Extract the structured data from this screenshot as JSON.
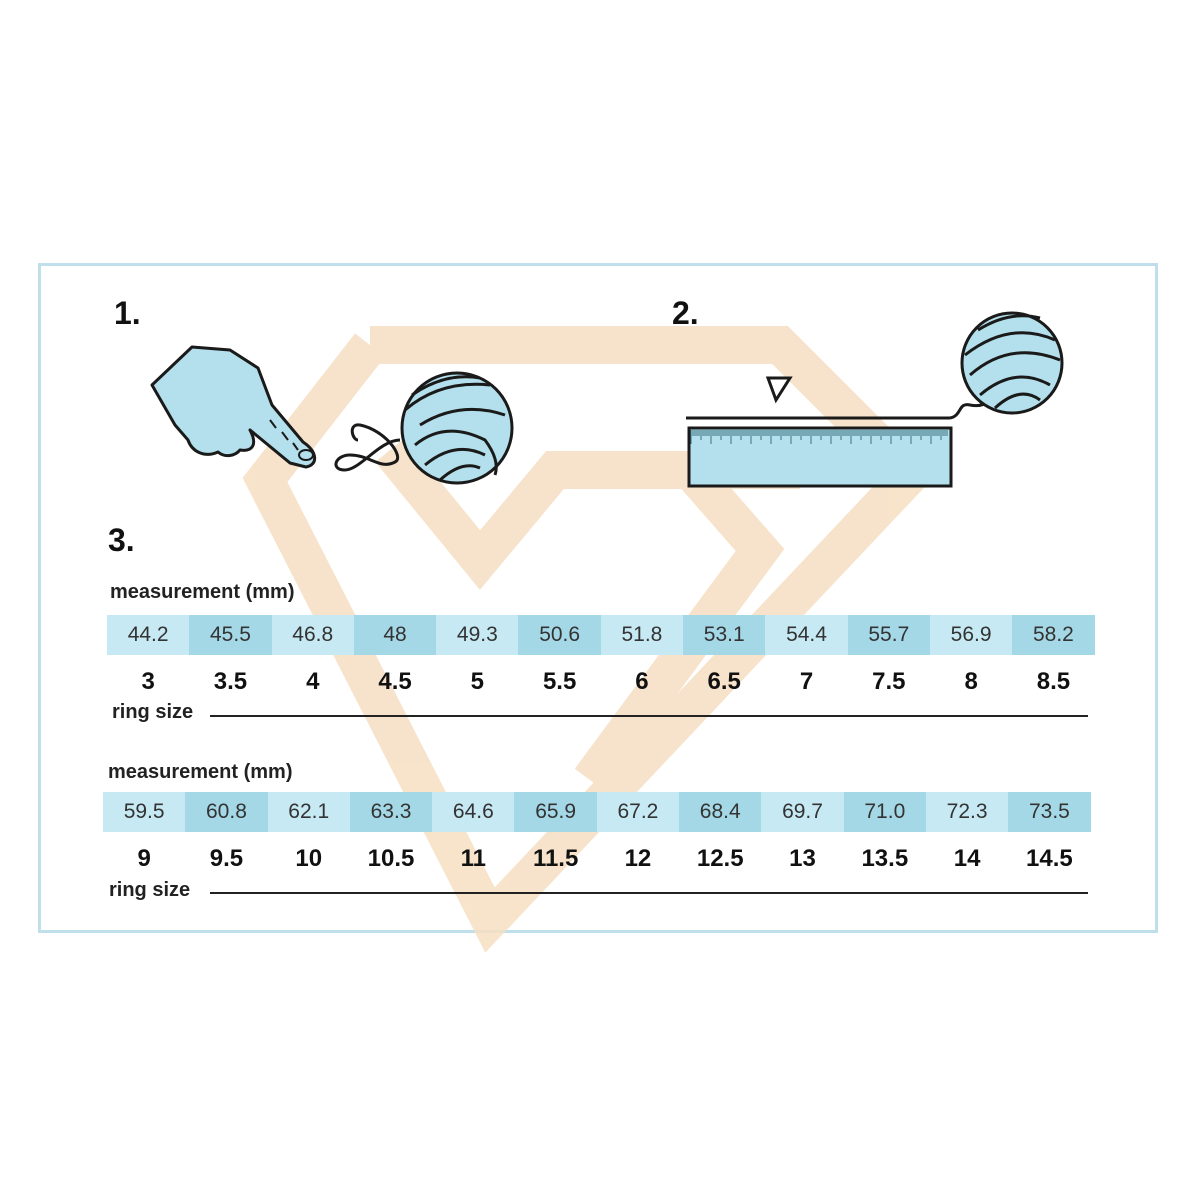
{
  "steps": {
    "step1": "1.",
    "step2": "2.",
    "step3": "3."
  },
  "colors": {
    "frame": "#bfe0ea",
    "cell_light": "#c6e9f3",
    "cell_dark": "#a4d8e6",
    "watermark": "#f6dfc2"
  },
  "tables": [
    {
      "measurement_label": "measurement (mm)",
      "measurements": [
        "44.2",
        "45.5",
        "46.8",
        "48",
        "49.3",
        "50.6",
        "51.8",
        "53.1",
        "54.4",
        "55.7",
        "56.9",
        "58.2"
      ],
      "sizes": [
        "3",
        "3.5",
        "4",
        "4.5",
        "5",
        "5.5",
        "6",
        "6.5",
        "7",
        "7.5",
        "8",
        "8.5"
      ],
      "ring_size_label": "ring size"
    },
    {
      "measurement_label": "measurement (mm)",
      "measurements": [
        "59.5",
        "60.8",
        "62.1",
        "63.3",
        "64.6",
        "65.9",
        "67.2",
        "68.4",
        "69.7",
        "71.0",
        "72.3",
        "73.5"
      ],
      "sizes": [
        "9",
        "9.5",
        "10",
        "10.5",
        "11",
        "11.5",
        "12",
        "12.5",
        "13",
        "13.5",
        "14",
        "14.5"
      ],
      "ring_size_label": "ring size"
    }
  ]
}
